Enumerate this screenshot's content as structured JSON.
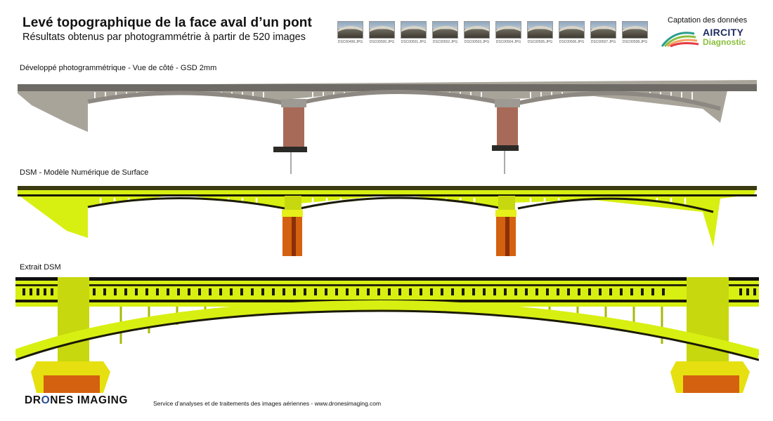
{
  "header": {
    "title": "Levé topographique de la face aval d’un pont",
    "subtitle": "Résultats obtenus par photogrammétrie à partir de 520 images"
  },
  "thumbnails": [
    {
      "caption": "DSC00499.JPG"
    },
    {
      "caption": "DSC00500.JPG"
    },
    {
      "caption": "DSC00501.JPG"
    },
    {
      "caption": "DSC00502.JPG"
    },
    {
      "caption": "DSC00503.JPG"
    },
    {
      "caption": "DSC00504.JPG"
    },
    {
      "caption": "DSC00505.JPG"
    },
    {
      "caption": "DSC00506.JPG"
    },
    {
      "caption": "DSC00507.JPG"
    },
    {
      "caption": "DSC00508.JPG"
    }
  ],
  "partner": {
    "label": "Captation des données",
    "logo_line1": "AIRCITY",
    "logo_line2": "Diagnostic"
  },
  "sections": {
    "photo": "Développé photogrammétrique - Vue de côté - GSD 2mm",
    "dsm": "DSM - Modèle Numérique de Surface",
    "extract": "Extrait DSM"
  },
  "footer": {
    "brand_prefix": "DR",
    "brand_o": "O",
    "brand_suffix": "NES IMAGING",
    "text": "Service d’analyses et de traitements des images aériennes - www.dronesimaging.com"
  },
  "colors": {
    "dsm_yellow": "#d8ef12",
    "dsm_dark": "#1a1a08",
    "pier_orange": "#d4610f",
    "stone": "#a8a49a",
    "brick": "#a86a58"
  }
}
